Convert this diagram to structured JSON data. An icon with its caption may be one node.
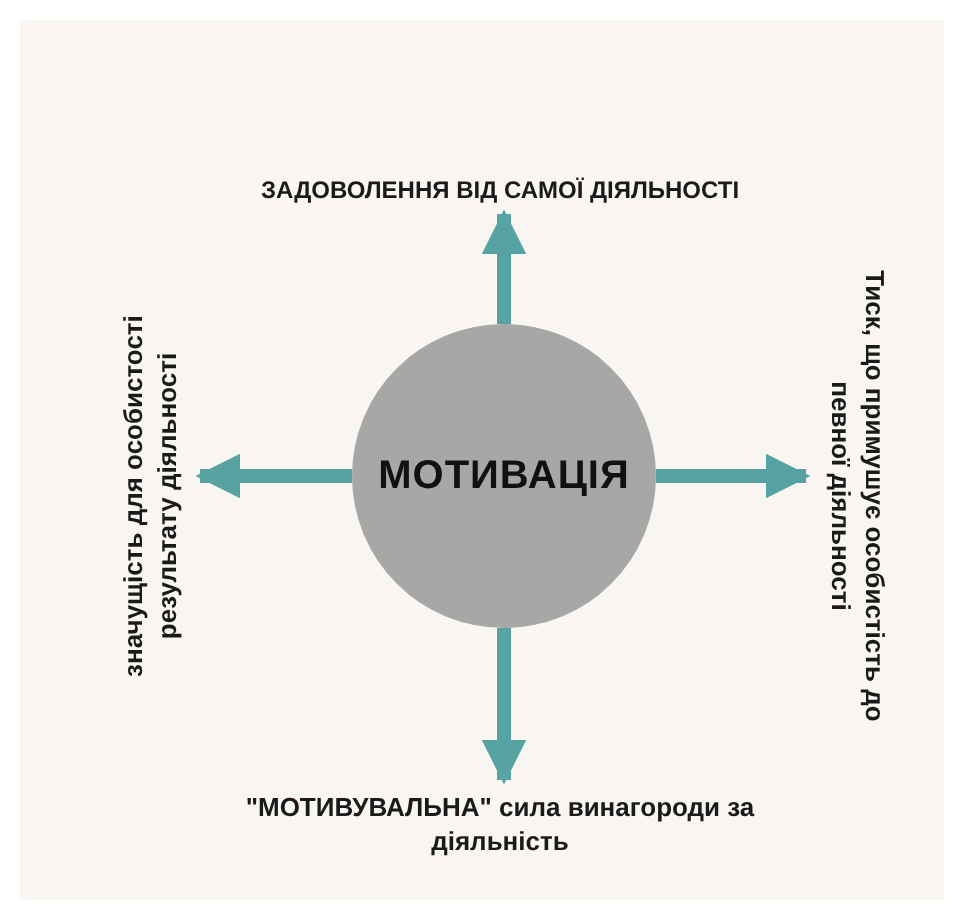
{
  "diagram": {
    "nodes": [
      {
        "text": [
          "МОТИВАЦІЯ"
        ]
      },
      {
        "text": [
          "ЗАДОВОЛЕННЯ ВІД САМОЇ ДІЯЛЬНОСТІ"
        ]
      },
      {
        "text": [
          "Тиск, що примушує особистість до певної діяльності"
        ]
      },
      {
        "text": [
          "\"МОТИВУВАЛЬНА\" сила винагороди за діяльність"
        ]
      },
      {
        "text": [
          "значущість для особистості результату діяльності"
        ]
      }
    ],
    "edges": [
      {
        "from": 0,
        "to": 1,
        "arrow": "to"
      },
      {
        "from": 0,
        "to": 2,
        "arrow": "to"
      },
      {
        "from": 0,
        "to": 3,
        "arrow": "to"
      },
      {
        "from": 0,
        "to": 4,
        "arrow": "to"
      }
    ]
  }
}
